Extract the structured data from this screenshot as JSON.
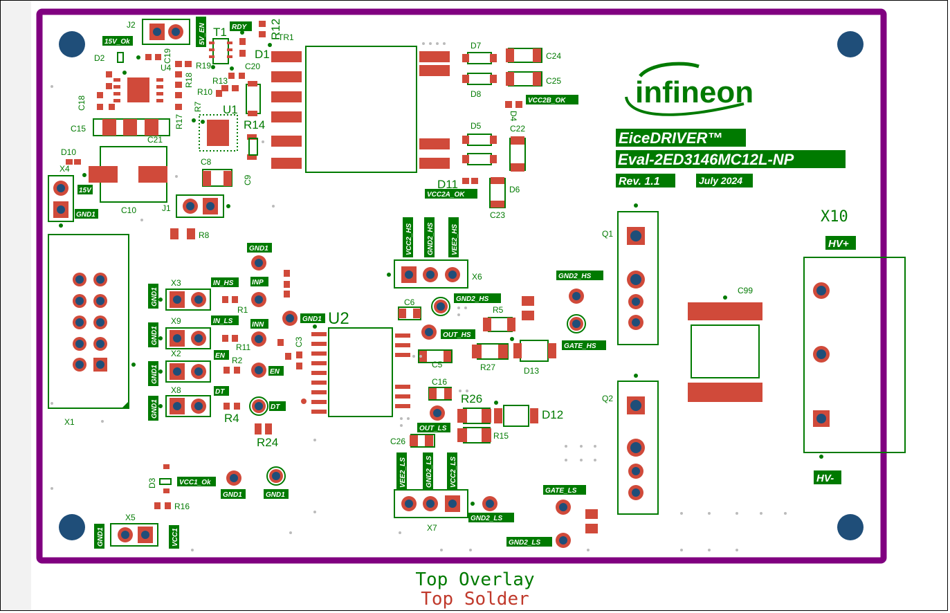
{
  "board": {
    "outline_color": "#800080",
    "silk_color": "#007a00",
    "copper_color": "#d04a3a",
    "via_color": "#1f4e79",
    "logo_text": "infineon",
    "product_title": "EiceDRIVER™",
    "product_name": "Eval-2ED3146MC12L-NP",
    "revision": "Rev. 1.1",
    "date": "July 2024",
    "connector_hv": "X10",
    "hv_plus": "HV+",
    "hv_minus": "HV-"
  },
  "designators": {
    "J2": "J2",
    "T1": "T1",
    "RDY": "RDY",
    "R12": "R12",
    "TR1": "TR1",
    "D1": "D1",
    "D7": "D7",
    "D8": "D8",
    "C24": "C24",
    "C25": "C25",
    "D4": "D4",
    "D2": "D2",
    "C19": "C19",
    "U4": "U4",
    "R19": "R19",
    "R18": "R18",
    "C20": "C20",
    "R13": "R13",
    "R10": "R10",
    "R7": "R7",
    "U1": "U1",
    "R14": "R14",
    "R17": "R17",
    "C18": "C18",
    "C15": "C15",
    "C21": "C21",
    "C8": "C8",
    "C9": "C9",
    "D10": "D10",
    "X4": "X4",
    "C10": "C10",
    "J1": "J1",
    "R8": "R8",
    "D5": "D5",
    "C22": "C22",
    "D11": "D11",
    "D6": "D6",
    "C23": "C23",
    "Q1": "Q1",
    "Q2": "Q2",
    "C99": "C99",
    "X6": "X6",
    "X3": "X3",
    "X9": "X9",
    "X2": "X2",
    "X8": "X8",
    "X1": "X1",
    "X5": "X5",
    "X7": "X7",
    "R1": "R1",
    "R11": "R11",
    "R2": "R2",
    "R4": "R4",
    "R24": "R24",
    "C3": "C3",
    "U2": "U2",
    "C6": "C6",
    "R5": "R5",
    "C5": "C5",
    "R27": "R27",
    "D13": "D13",
    "C16": "C16",
    "R26": "R26",
    "D12": "D12",
    "R15": "R15",
    "C26": "C26",
    "D3": "D3",
    "R16": "R16"
  },
  "net_labels": {
    "v15_ok": "15V_Ok",
    "v5_en": "5V_EN",
    "vcc2b_ok": "VCC2B_OK",
    "vcc2a_ok": "VCC2A_OK",
    "v15": "15V",
    "gnd1": "GND1",
    "vcc2_hs": "VCC2_HS",
    "gnd2_hs": "GND2_HS",
    "vee2_hs": "VEE2_HS",
    "in_hs": "IN_HS",
    "inp": "INP",
    "in_ls": "IN_LS",
    "inn": "INN",
    "en": "EN",
    "dt": "DT",
    "out_hs": "OUT_HS",
    "gate_hs": "GATE_HS",
    "out_ls": "OUT_LS",
    "gate_ls": "GATE_LS",
    "gnd2_ls": "GND2_LS",
    "vee2_ls": "VEE2_LS",
    "vcc2_ls": "VCC2_LS",
    "vcc1_ok": "VCC1_Ok",
    "vcc1": "VCC1"
  },
  "layers": {
    "top_overlay": "Top Overlay",
    "top_overlay_color": "#007a00",
    "top_solder": "Top Solder",
    "top_solder_color": "#c0392b"
  }
}
